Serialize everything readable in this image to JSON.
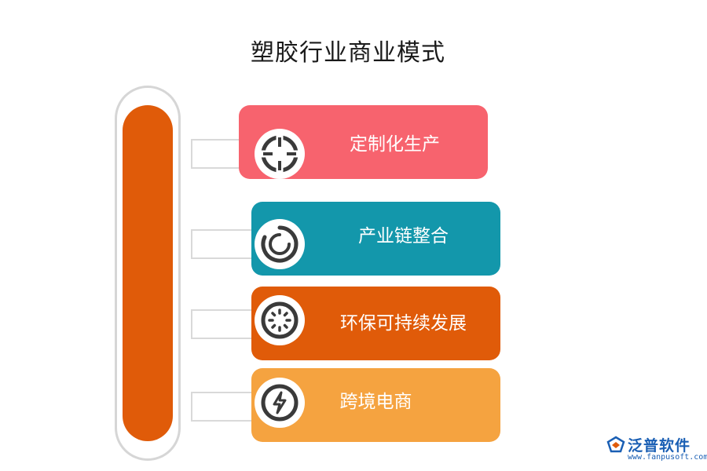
{
  "title": "塑胶行业商业模式",
  "items": [
    {
      "label": "定制化生产",
      "icon": "crosshair-icon",
      "color": "#f7636e"
    },
    {
      "label": "产业链整合",
      "icon": "circular-arrows-icon",
      "color": "#1397ab"
    },
    {
      "label": "环保可持续发展",
      "icon": "dotted-circle-icon",
      "color": "#e05b09"
    },
    {
      "label": "跨境电商",
      "icon": "lightning-icon",
      "color": "#f5a340"
    }
  ],
  "pill": {
    "outer_color": "#d6d6d6",
    "inner_color": "#e05b09"
  },
  "logo": {
    "name": "泛普软件",
    "url": "www.fanpusoft.com",
    "color": "#1a5fb4"
  }
}
